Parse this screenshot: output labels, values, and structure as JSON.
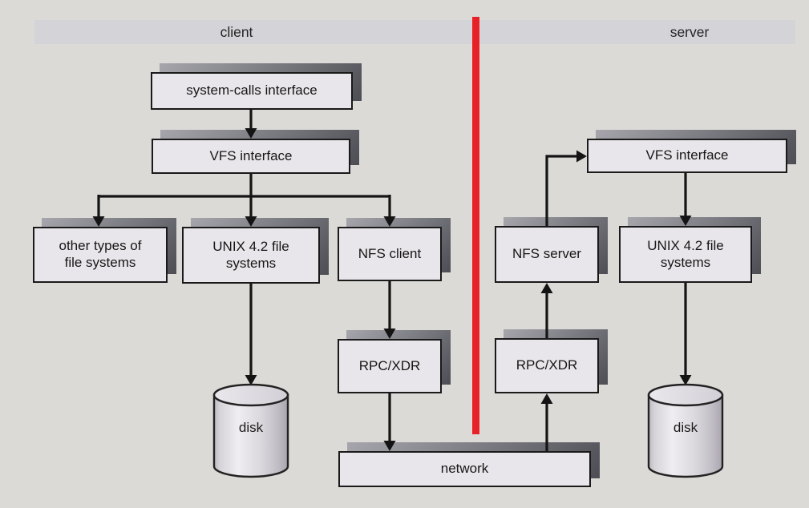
{
  "zones": {
    "client": "client",
    "server": "server"
  },
  "client": {
    "system_calls": "system-calls interface",
    "vfs": "VFS interface",
    "other_fs": "other types of\nfile systems",
    "unix_fs": "UNIX 4.2 file\nsystems",
    "nfs": "NFS client",
    "rpc": "RPC/XDR",
    "disk": "disk"
  },
  "server": {
    "vfs": "VFS interface",
    "nfs": "NFS server",
    "unix_fs": "UNIX 4.2 file\nsystems",
    "rpc": "RPC/XDR",
    "disk": "disk"
  },
  "shared": {
    "network": "network"
  },
  "colors": {
    "divider": "#e82127",
    "arrow": "#141414",
    "box_fill": "#e8e6ea",
    "box_border": "#1a1a1a",
    "zone_bar": "#d3d3d8",
    "background": "#dbdad7"
  }
}
